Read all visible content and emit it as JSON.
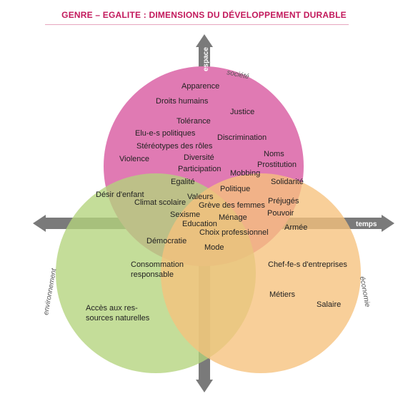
{
  "title": "GENRE – EGALITE : DIMENSIONS DU DÉVELOPPEMENT DURABLE",
  "axes": {
    "top": "espace",
    "right": "temps"
  },
  "circles": {
    "society": {
      "label": "société",
      "color": "#e07ab3"
    },
    "environment": {
      "label": "environnement",
      "color": "#b3d47c"
    },
    "economy": {
      "label": "économie",
      "color": "#f6c27c"
    }
  },
  "terms": {
    "apparence": "Apparence",
    "droits_humains": "Droits humains",
    "justice": "Justice",
    "tolerance": "Tolérance",
    "elus_politiques": "Elu-e-s politiques",
    "discrimination": "Discrimination",
    "stereotypes": "Stéréotypes des rôles",
    "noms": "Noms",
    "violence": "Violence",
    "diversite": "Diversité",
    "prostitution": "Prostitution",
    "participation": "Participation",
    "mobbing": "Mobbing",
    "egalite": "Egalité",
    "solidarite": "Solidarité",
    "politique": "Politique",
    "desir_enfant": "Désir d'enfant",
    "valeurs": "Valeurs",
    "climat_scolaire": "Climat scolaire",
    "greve_femmes": "Grève des femmes",
    "prejuges": "Préjugés",
    "pouvoir": "Pouvoir",
    "sexisme": "Sexisme",
    "menage": "Ménage",
    "education": "Education",
    "armee": "Armée",
    "choix_professionnel": "Choix professionnel",
    "democratie": "Démocratie",
    "mode": "Mode",
    "consommation_1": "Consommation",
    "consommation_2": "responsable",
    "chef_entreprises": "Chef-fe-s d'entreprises",
    "metiers": "Métiers",
    "salaire": "Salaire",
    "acces_1": "Accès aux res-",
    "acces_2": "sources naturelles"
  }
}
